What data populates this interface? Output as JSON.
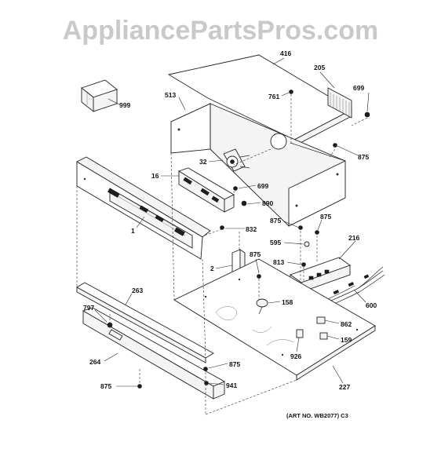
{
  "watermark": "AppliancePartsPros.com",
  "art_number": "(ART NO. WB2077) C3",
  "callouts": {
    "c416": "416",
    "c205": "205",
    "c699a": "699",
    "c761": "761",
    "c999": "999",
    "c513": "513",
    "c875a": "875",
    "c32": "32",
    "c16": "16",
    "c699b": "699",
    "c890": "890",
    "c875b": "875",
    "c875c": "875",
    "c832": "832",
    "c595": "595",
    "c216": "216",
    "c1": "1",
    "c875d": "875",
    "c813": "813",
    "c2": "2",
    "c263": "263",
    "c158": "158",
    "c600": "600",
    "c797": "797",
    "c862": "862",
    "c159": "159",
    "c926": "926",
    "c264": "264",
    "c875e": "875",
    "c941": "941",
    "c875f": "875",
    "c227": "227"
  }
}
